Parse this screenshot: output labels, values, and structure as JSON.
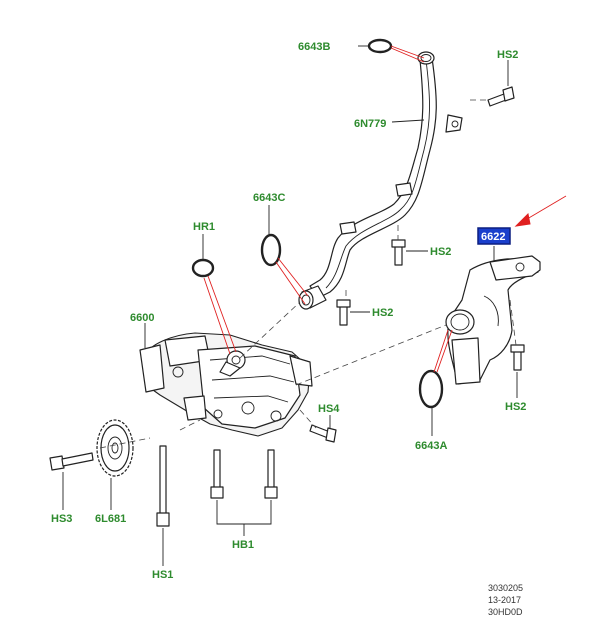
{
  "callouts": {
    "c6643b": "6643B",
    "cn779": "6N779",
    "chs2_top": "HS2",
    "c6643c": "6643C",
    "chr1": "HR1",
    "c6622": "6622",
    "chs2_mid": "HS2",
    "chs2_low": "HS2",
    "c6600": "6600",
    "chs4": "HS4",
    "chs2_right": "HS2",
    "c6643a": "6643A",
    "chs3": "HS3",
    "c6l681": "6L681",
    "chb1": "HB1",
    "chs1": "HS1"
  },
  "reference": {
    "line1": "3030205",
    "line2": "13-2017",
    "line3": "30HD0D"
  },
  "colors": {
    "label_green": "#2e8b2e",
    "highlight_box": "#1a3fcc",
    "arrow_red": "#e02020",
    "line": "#222222"
  }
}
